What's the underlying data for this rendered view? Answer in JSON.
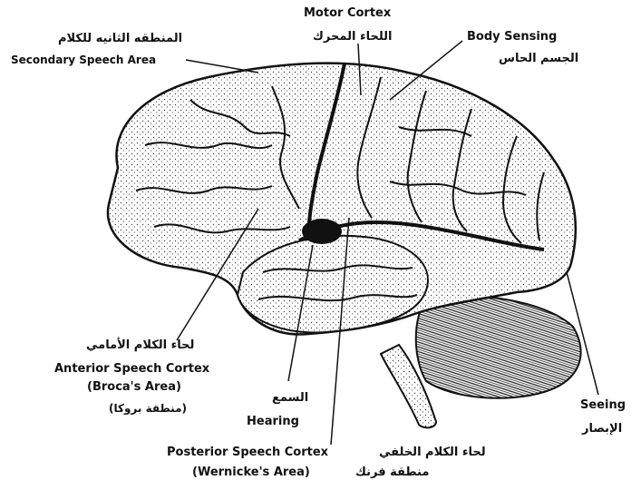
{
  "labels": {
    "motor_en": "Motor Cortex",
    "motor_ar": "اللحاء المحرك",
    "secondary_ar": "المنطقه الثانيه للكلام",
    "secondary_en": "Secondary Speech Area",
    "body_en": "Body Sensing",
    "body_ar": "الجسم الحاس",
    "anterior_ar": "لحاء الكلام الأمامي",
    "anterior_en": "Anterior Speech Cortex",
    "broca_en": "(Broca's Area)",
    "broca_ar": "(منطقة بروكا)",
    "hearing_ar": "السمع",
    "hearing_en": "Hearing",
    "posterior_en": "Posterior Speech Cortex",
    "posterior_ar": "لحاء الكلام الخلفي",
    "wernicke_en": "(Wernicke's Area)",
    "wernicke_ar": "منطقة فرنك",
    "seeing_en": "Seeing",
    "seeing_ar": "الإبصار"
  },
  "colors": {
    "ink": "#111111",
    "paper": "#ffffff",
    "shade": "#cfcfcf"
  }
}
